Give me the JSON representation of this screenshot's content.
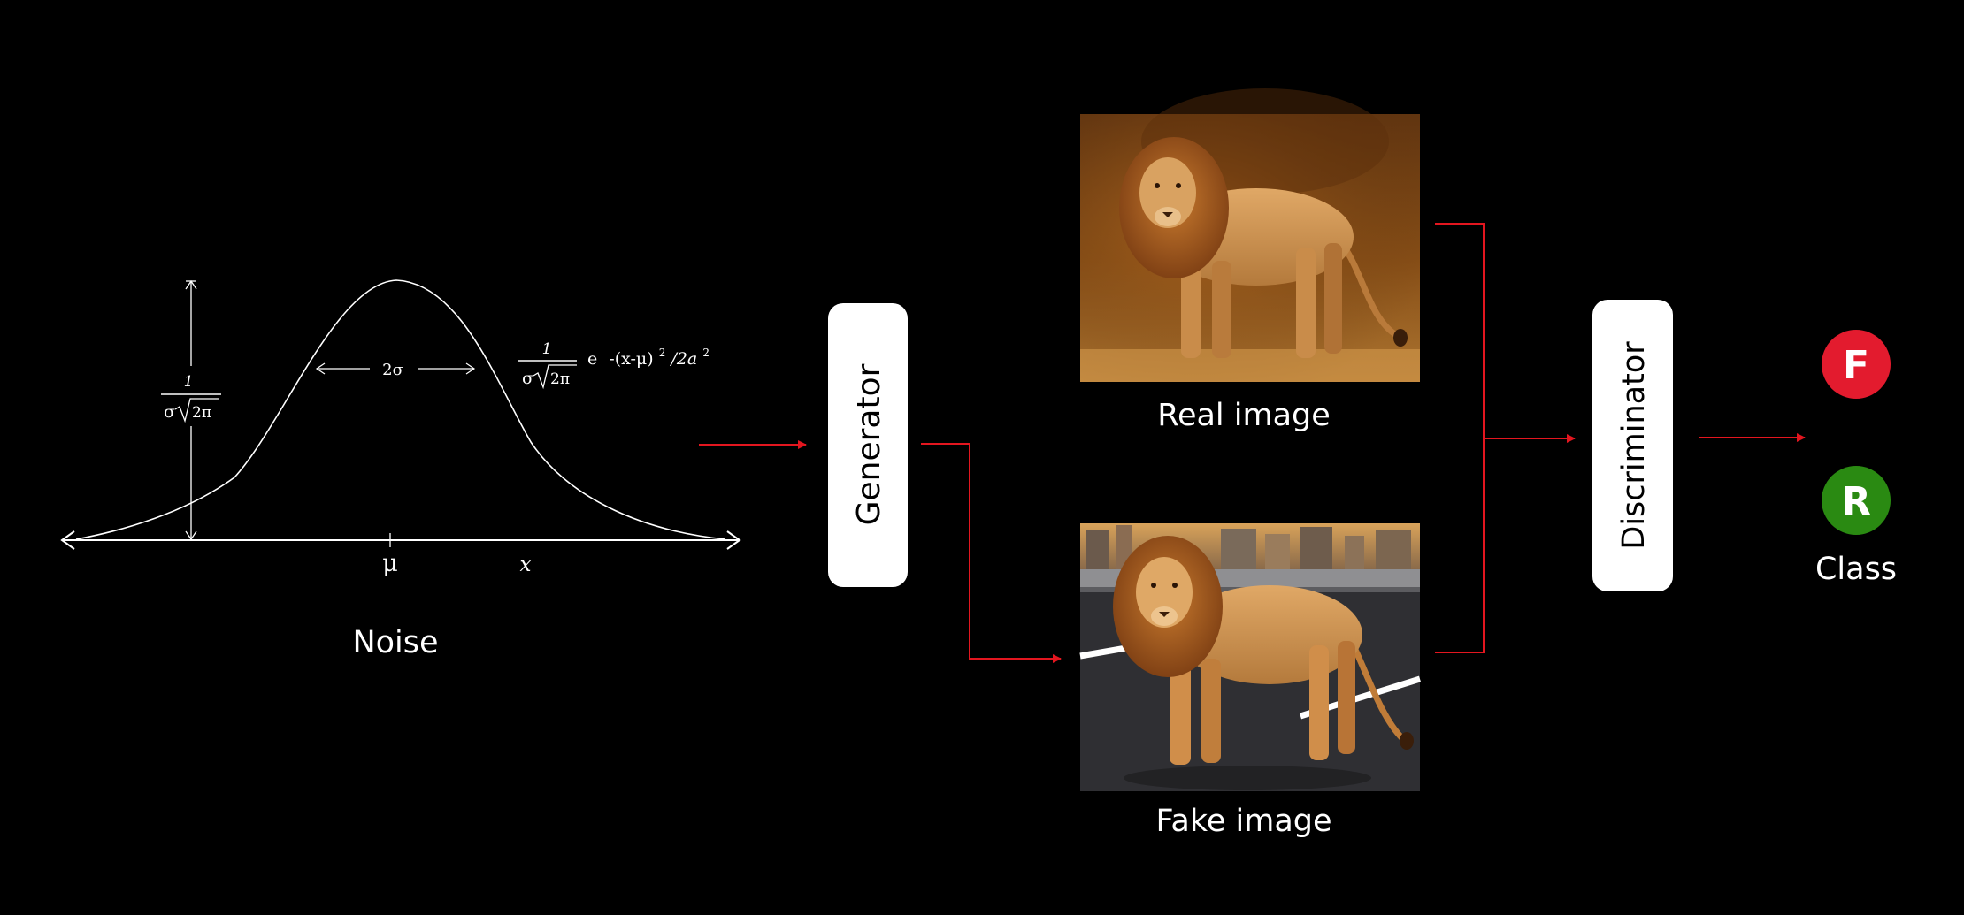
{
  "noise": {
    "label": "Noise",
    "formula_left": {
      "numerator": "1",
      "sigma": "σ",
      "sqrt_arg": "2π"
    },
    "formula_right": {
      "numerator": "1",
      "sigma": "σ",
      "sqrt_arg": "2π",
      "base": "e",
      "exp_body": "-(x-μ)",
      "exp_sup1": "2",
      "exp_mid": "/2a",
      "exp_sup2": "2"
    },
    "width_label": "2σ",
    "mu_label": "μ",
    "x_label": "x"
  },
  "generator": {
    "label": "Generator"
  },
  "real_image": {
    "label": "Real image",
    "description": "lion"
  },
  "fake_image": {
    "label": "Fake image",
    "description": "lion"
  },
  "discriminator": {
    "label": "Discriminator"
  },
  "classes": {
    "label": "Class",
    "fake": {
      "letter": "F",
      "color": "#e31b2e"
    },
    "real": {
      "letter": "R",
      "color": "#2a8a12"
    }
  },
  "colors": {
    "background": "#000000",
    "arrow": "#e3161f",
    "box": "#ffffff",
    "curve": "#ffffff"
  }
}
